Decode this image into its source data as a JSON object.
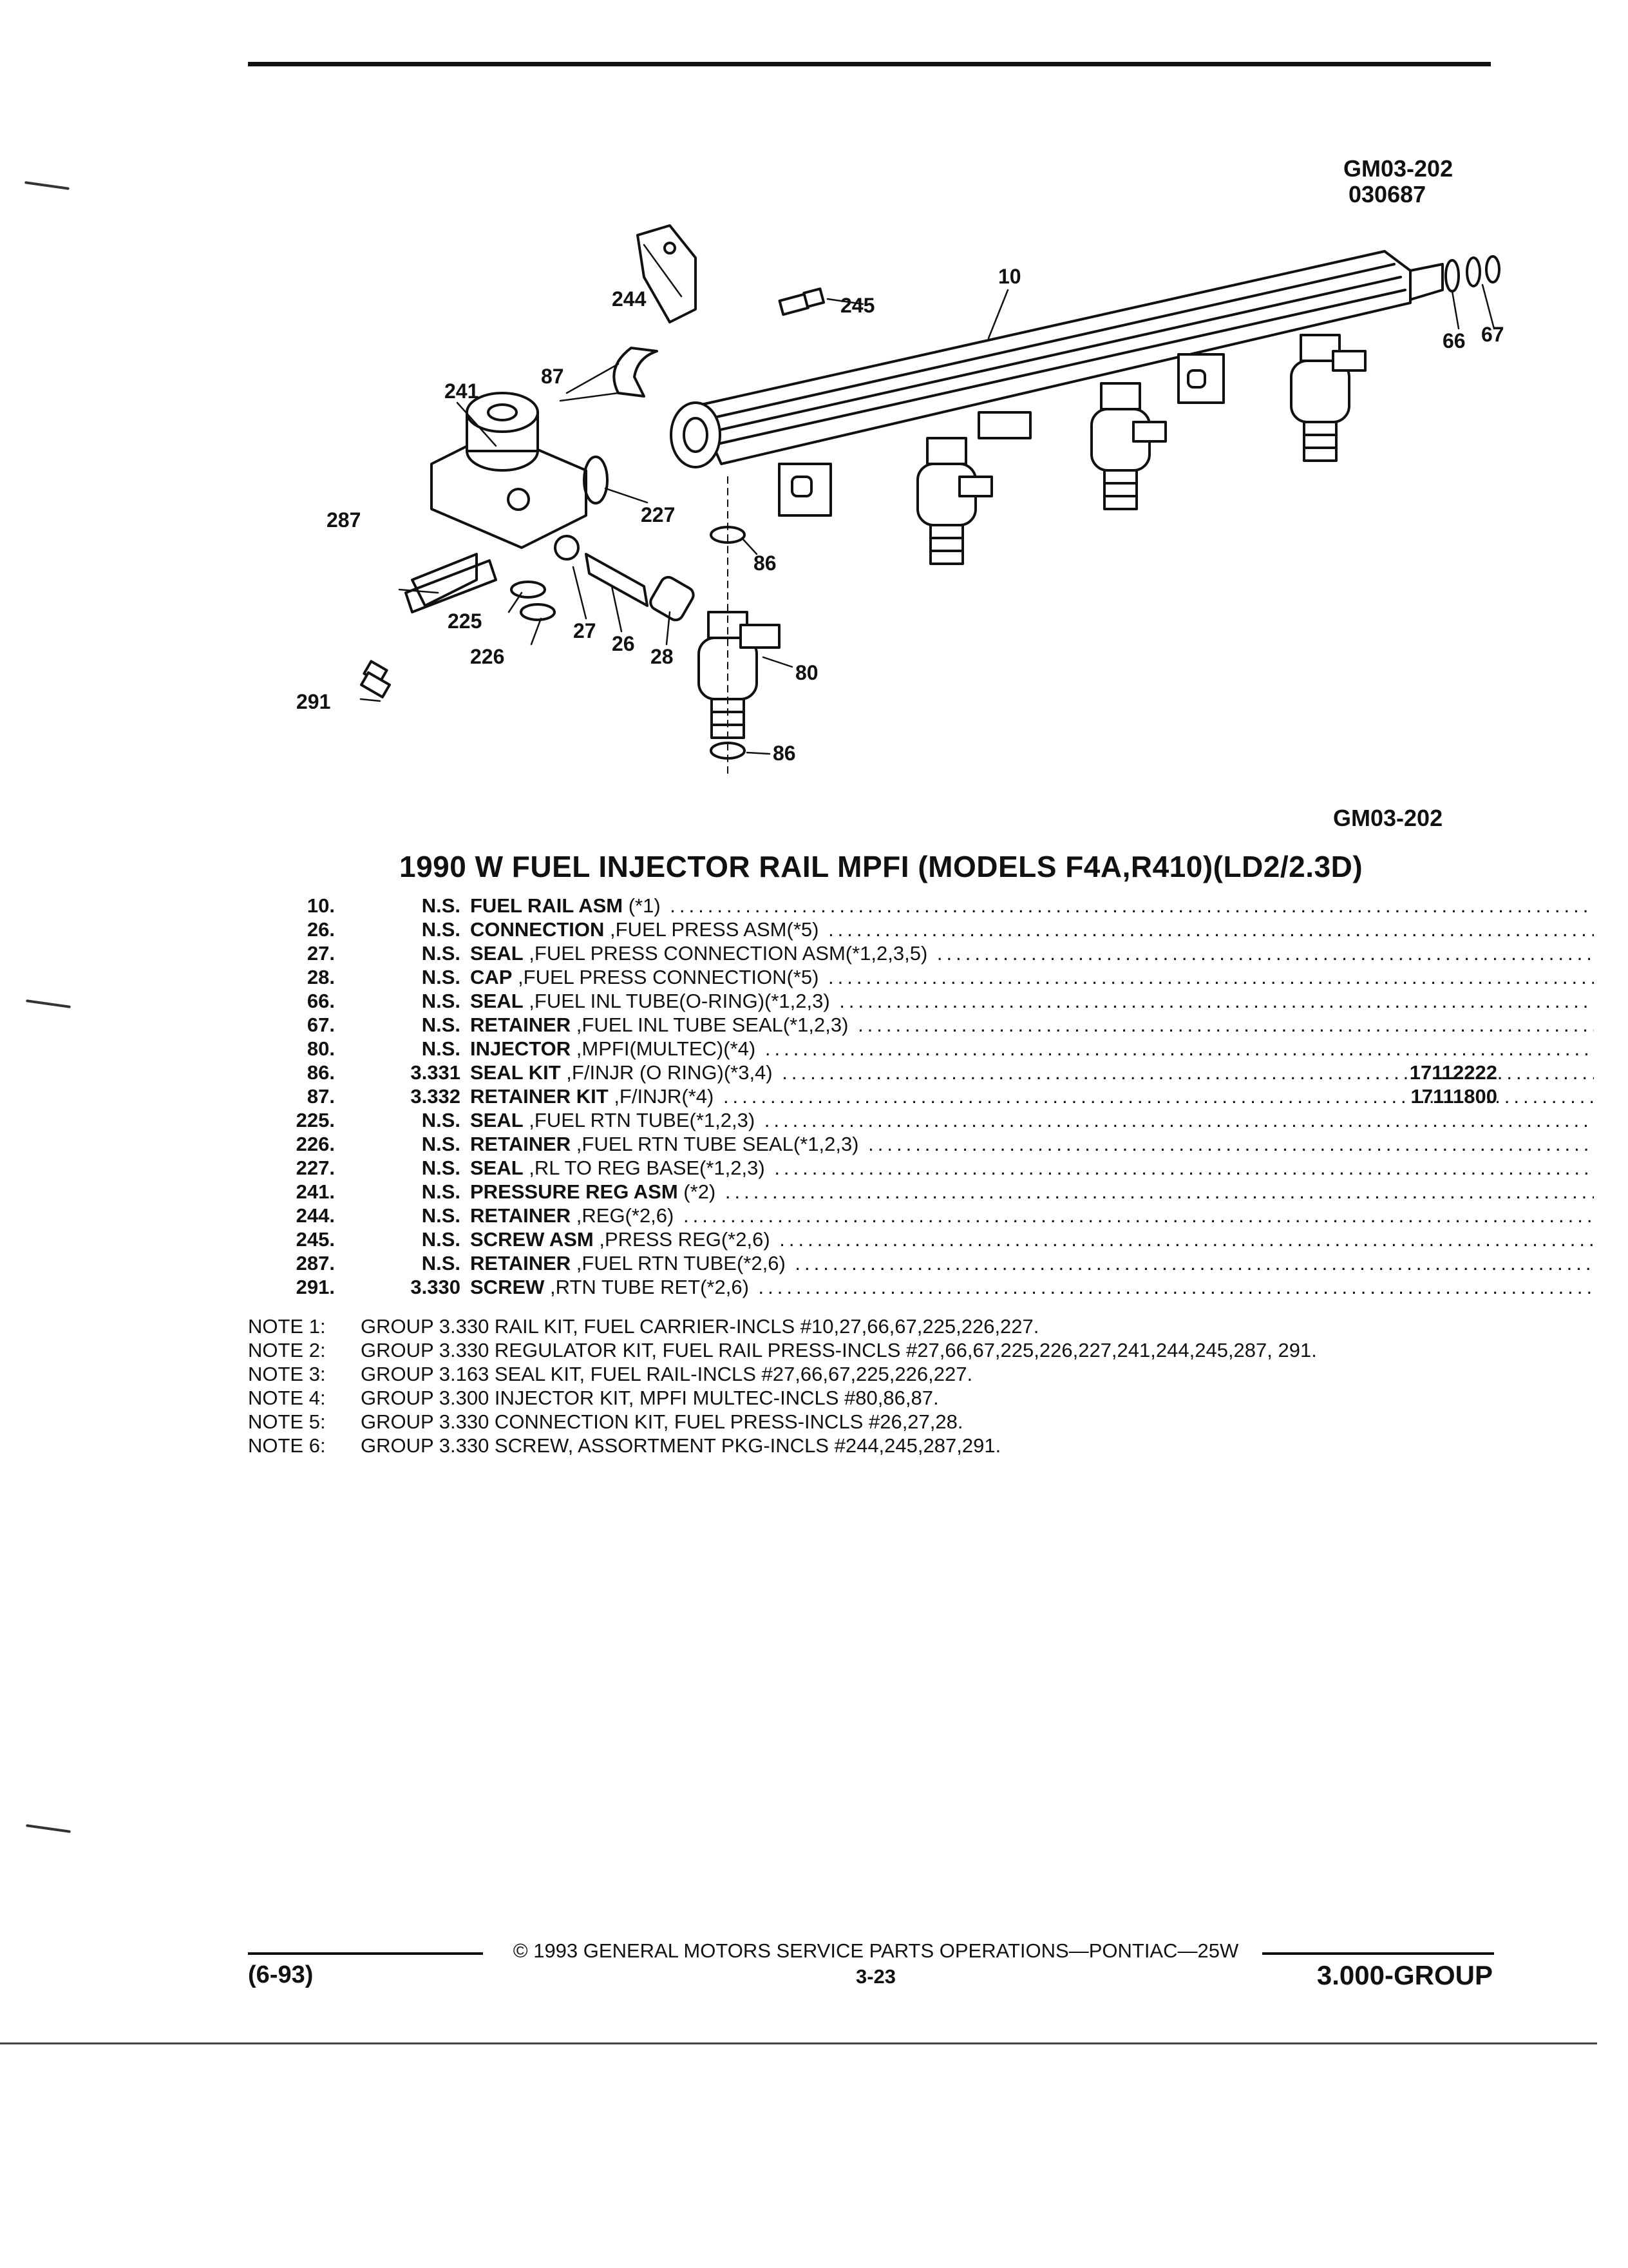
{
  "header": {
    "code_top": "GM03-202",
    "code_date": "030687",
    "code_bottom": "GM03-202"
  },
  "diagram": {
    "callouts": [
      "244",
      "245",
      "10",
      "66",
      "67",
      "87",
      "241",
      "227",
      "86",
      "287",
      "225",
      "27",
      "26",
      "28",
      "226",
      "80",
      "291",
      "86"
    ]
  },
  "title": "1990 W FUEL INJECTOR RAIL MPFI (MODELS F4A,R410)(LD2/2.3D)",
  "parts": [
    {
      "num": "10.",
      "group": "N.S.",
      "name": "FUEL RAIL ASM",
      "detail": " (*1)",
      "part_no": ""
    },
    {
      "num": "26.",
      "group": "N.S.",
      "name": "CONNECTION",
      "detail": " ,FUEL PRESS ASM(*5)",
      "part_no": ""
    },
    {
      "num": "27.",
      "group": "N.S.",
      "name": "SEAL",
      "detail": " ,FUEL PRESS CONNECTION ASM(*1,2,3,5)",
      "part_no": ""
    },
    {
      "num": "28.",
      "group": "N.S.",
      "name": "CAP",
      "detail": " ,FUEL PRESS CONNECTION(*5)",
      "part_no": ""
    },
    {
      "num": "66.",
      "group": "N.S.",
      "name": "SEAL",
      "detail": " ,FUEL INL TUBE(O-RING)(*1,2,3)",
      "part_no": ""
    },
    {
      "num": "67.",
      "group": "N.S.",
      "name": "RETAINER",
      "detail": " ,FUEL INL TUBE SEAL(*1,2,3)",
      "part_no": ""
    },
    {
      "num": "80.",
      "group": "N.S.",
      "name": "INJECTOR",
      "detail": " ,MPFI(MULTEC)(*4)",
      "part_no": ""
    },
    {
      "num": "86.",
      "group": "3.331",
      "name": "SEAL KIT",
      "detail": " ,F/INJR (O RING)(*3,4)",
      "part_no": "17112222"
    },
    {
      "num": "87.",
      "group": "3.332",
      "name": "RETAINER KIT",
      "detail": " ,F/INJR(*4)",
      "part_no": "17111800"
    },
    {
      "num": "225.",
      "group": "N.S.",
      "name": "SEAL",
      "detail": " ,FUEL RTN TUBE(*1,2,3)",
      "part_no": ""
    },
    {
      "num": "226.",
      "group": "N.S.",
      "name": "RETAINER",
      "detail": " ,FUEL RTN TUBE SEAL(*1,2,3)",
      "part_no": ""
    },
    {
      "num": "227.",
      "group": "N.S.",
      "name": "SEAL",
      "detail": " ,RL TO REG BASE(*1,2,3)",
      "part_no": ""
    },
    {
      "num": "241.",
      "group": "N.S.",
      "name": "PRESSURE REG ASM",
      "detail": " (*2)",
      "part_no": ""
    },
    {
      "num": "244.",
      "group": "N.S.",
      "name": "RETAINER",
      "detail": " ,REG(*2,6)",
      "part_no": ""
    },
    {
      "num": "245.",
      "group": "N.S.",
      "name": "SCREW ASM",
      "detail": " ,PRESS REG(*2,6)",
      "part_no": ""
    },
    {
      "num": "287.",
      "group": "N.S.",
      "name": "RETAINER",
      "detail": " ,FUEL RTN TUBE(*2,6)",
      "part_no": ""
    },
    {
      "num": "291.",
      "group": "3.330",
      "name": "SCREW",
      "detail": " ,RTN TUBE RET(*2,6)",
      "part_no": ""
    }
  ],
  "notes": [
    {
      "label": "NOTE 1:",
      "text": "GROUP 3.330 RAIL KIT, FUEL CARRIER-INCLS #10,27,66,67,225,226,227."
    },
    {
      "label": "NOTE 2:",
      "text": "GROUP 3.330 REGULATOR KIT, FUEL RAIL PRESS-INCLS #27,66,67,225,226,227,241,244,245,287, 291."
    },
    {
      "label": "NOTE 3:",
      "text": "GROUP 3.163 SEAL KIT, FUEL RAIL-INCLS #27,66,67,225,226,227."
    },
    {
      "label": "NOTE 4:",
      "text": "GROUP 3.300 INJECTOR KIT, MPFI MULTEC-INCLS #80,86,87."
    },
    {
      "label": "NOTE 5:",
      "text": "GROUP 3.330 CONNECTION KIT, FUEL PRESS-INCLS #26,27,28."
    },
    {
      "label": "NOTE 6:",
      "text": "GROUP 3.330 SCREW, ASSORTMENT PKG-INCLS #244,245,287,291."
    }
  ],
  "footer": {
    "copyright": "© 1993 GENERAL MOTORS SERVICE PARTS OPERATIONS—PONTIAC—25W",
    "page": "3-23",
    "date": "(6-93)",
    "section": "3.000-GROUP"
  }
}
